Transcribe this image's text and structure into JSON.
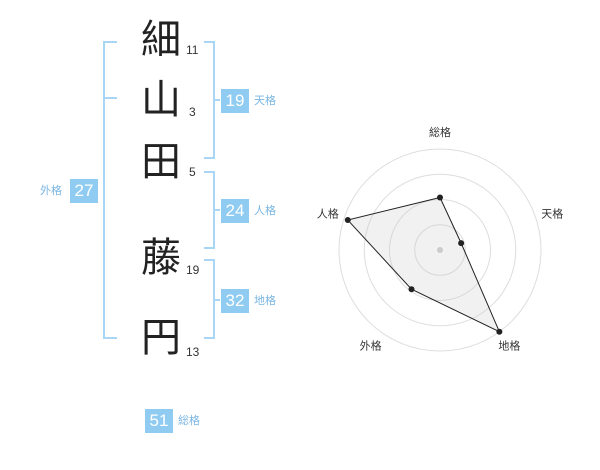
{
  "name": {
    "characters": [
      {
        "char": "細",
        "strokes": "11"
      },
      {
        "char": "山",
        "strokes": "3"
      },
      {
        "char": "田",
        "strokes": "5"
      },
      {
        "char": "藤",
        "strokes": "19"
      },
      {
        "char": "円",
        "strokes": "13"
      }
    ]
  },
  "kakusu": {
    "tenkaku": {
      "value": "19",
      "label": "天格"
    },
    "jinkaku": {
      "value": "24",
      "label": "人格"
    },
    "chikaku": {
      "value": "32",
      "label": "地格"
    },
    "gaikaku": {
      "value": "27",
      "label": "外格"
    },
    "soukaku": {
      "value": "51",
      "label": "総格"
    }
  },
  "colors": {
    "accent": "#90ccf2",
    "bracket": "#a9d6f5",
    "label": "#79b6e3"
  },
  "chart_data": {
    "type": "radar",
    "axes": [
      "総格",
      "天格",
      "地格",
      "外格",
      "人格"
    ],
    "scale_max": 5,
    "rings": 4,
    "values": [
      2.6,
      1.1,
      5.0,
      2.4,
      4.8
    ]
  }
}
